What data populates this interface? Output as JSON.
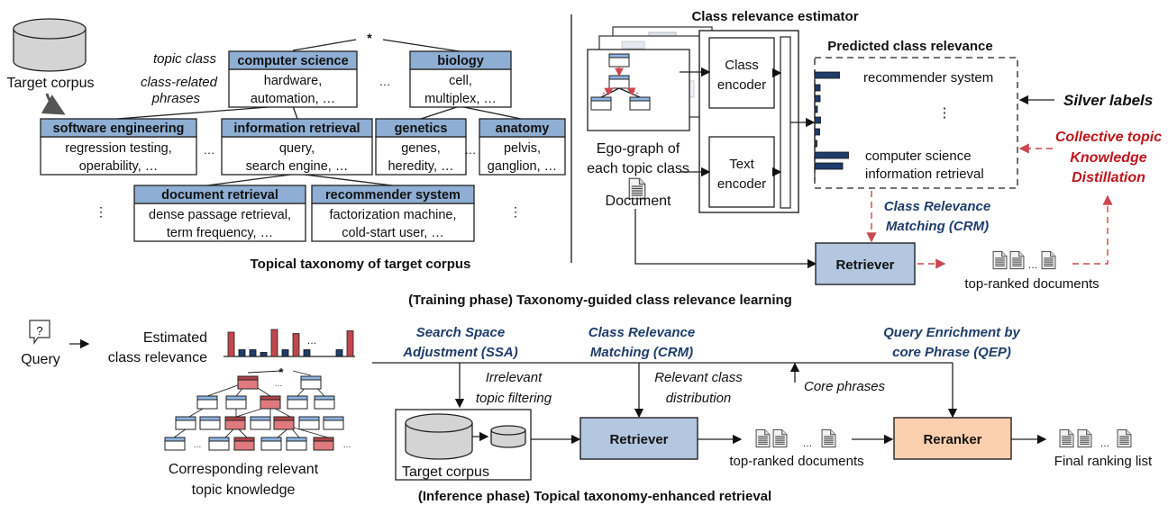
{
  "taxonomy": {
    "title": "Topical taxonomy of target corpus",
    "corpus_label": "Target corpus",
    "legend_topic_class": "topic class",
    "legend_phrases_1": "class-related",
    "legend_phrases_2": "phrases",
    "root_symbol": "*",
    "ellipsis": "…",
    "vdots": "⋮",
    "nodes": [
      {
        "name": "computer science",
        "phrases_1": "hardware,",
        "phrases_2": "automation, …"
      },
      {
        "name": "biology",
        "phrases_1": "cell,",
        "phrases_2": "multiplex, …"
      },
      {
        "name": "software engineering",
        "phrases_1": "regression testing,",
        "phrases_2": "operability, …"
      },
      {
        "name": "information retrieval",
        "phrases_1": "query,",
        "phrases_2": "search engine, …"
      },
      {
        "name": "genetics",
        "phrases_1": "genes,",
        "phrases_2": "heredity, …"
      },
      {
        "name": "anatomy",
        "phrases_1": "pelvis,",
        "phrases_2": "ganglion, …"
      },
      {
        "name": "document retrieval",
        "phrases_1": "dense passage retrieval,",
        "phrases_2": "term frequency, …"
      },
      {
        "name": "recommender system",
        "phrases_1": "factorization machine,",
        "phrases_2": "cold-start user, …"
      }
    ]
  },
  "training": {
    "caption": "(Training phase) Taxonomy-guided class relevance learning",
    "estimator_title": "Class relevance estimator",
    "ego_graph_label_1": "Ego-graph of",
    "ego_graph_label_2": "each topic class",
    "document_label": "Document",
    "class_encoder_1": "Class",
    "class_encoder_2": "encoder",
    "text_encoder_1": "Text",
    "text_encoder_2": "encoder",
    "predicted_title": "Predicted class relevance",
    "predicted_labels": [
      "recommender system",
      "⋮",
      "computer science",
      "information retrieval"
    ],
    "predicted_bars": [
      0.55,
      0.12,
      0.12,
      0.06,
      0.13,
      0.11,
      0.05,
      0.75,
      0.62
    ],
    "silver_labels": "Silver labels",
    "ctkd_1": "Collective topic",
    "ctkd_2": "Knowledge",
    "ctkd_3": "Distillation",
    "crm_1": "Class Relevance",
    "crm_2": "Matching (CRM)",
    "retriever": "Retriever",
    "top_ranked": "top-ranked documents"
  },
  "inference": {
    "caption": "(Inference phase) Topical taxonomy-enhanced retrieval",
    "query_label": "Query",
    "estimated_1": "Estimated",
    "estimated_2": "class relevance",
    "relevance_bars": [
      {
        "v": 0.9,
        "relevant": true
      },
      {
        "v": 0.25,
        "relevant": false
      },
      {
        "v": 0.25,
        "relevant": false
      },
      {
        "v": 0.15,
        "relevant": false
      },
      {
        "v": 1.0,
        "relevant": true
      },
      {
        "v": 0.25,
        "relevant": false
      },
      {
        "v": 0.85,
        "relevant": true
      },
      {
        "v": 0.25,
        "relevant": false
      },
      {
        "v": 0.25,
        "relevant": false
      },
      {
        "v": 0.95,
        "relevant": true
      }
    ],
    "knowledge_1": "Corresponding relevant",
    "knowledge_2": "topic knowledge",
    "ssa_1": "Search Space",
    "ssa_2": "Adjustment (SSA)",
    "crm_1": "Class Relevance",
    "crm_2": "Matching (CRM)",
    "qep_1": "Query Enrichment by",
    "qep_2": "core Phrase (QEP)",
    "irrelevant_1": "Irrelevant",
    "irrelevant_2": "topic filtering",
    "relevant_dist_1": "Relevant class",
    "relevant_dist_2": "distribution",
    "core_phrases": "Core phrases",
    "corpus_label": "Target corpus",
    "retriever": "Retriever",
    "reranker": "Reranker",
    "top_ranked": "top-ranked documents",
    "final_list": "Final ranking list"
  },
  "colors": {
    "node_header": "#8eaed3",
    "retriever": "#b3c7e0",
    "reranker": "#fbcfae",
    "highlight_blue": "#1f3d6b",
    "highlight_red": "#c0141c"
  }
}
